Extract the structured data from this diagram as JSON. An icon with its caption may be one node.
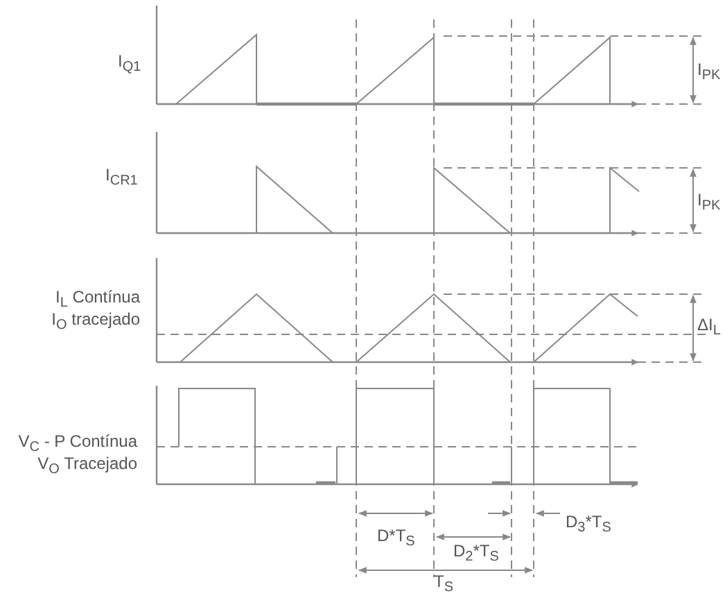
{
  "diagram": {
    "labels": [
      "I$_{Q1}$",
      "I$_{PK}$",
      "I$_{CR1}$",
      "I$_{PK}$",
      "I$_{L}$ Contínua",
      "I$_{O}$ tracejado",
      "ΔI$_{L}$",
      "V$_{C}$ - P Contínua",
      "V$_{O}$ Tracejado",
      "D*T$_{S}$",
      "D$_{3}$*T$_{S}$",
      "D$_{2}$*T$_{S}$",
      "T$_{S}$"
    ]
  }
}
